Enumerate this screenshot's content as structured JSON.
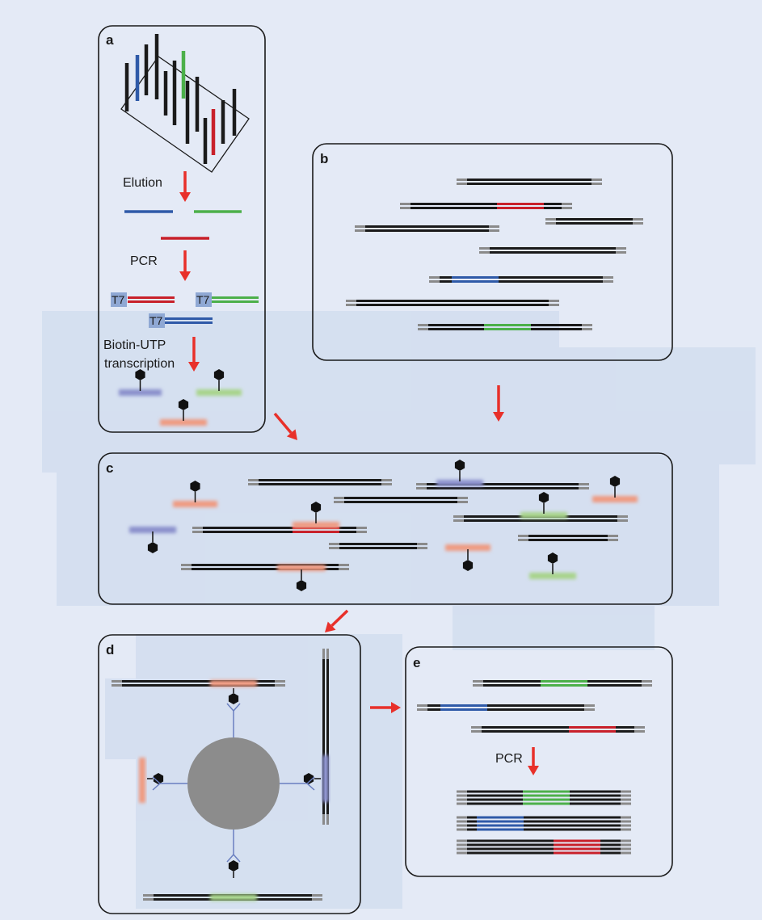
{
  "panels": {
    "a": {
      "label": "a",
      "step_elution": "Elution",
      "step_pcr": "PCR",
      "promoter": "T7",
      "step_transcription_line1": "Biotin-UTP",
      "step_transcription_line2": "transcription"
    },
    "b": {
      "label": "b"
    },
    "c": {
      "label": "c"
    },
    "d": {
      "label": "d"
    },
    "e": {
      "label": "e",
      "step_pcr": "PCR"
    }
  },
  "colors": {
    "background": "#e4eaf6",
    "shade": "#d0dcee",
    "dna": "#1a1a1a",
    "adapter": "#8a8a8a",
    "blue": "#2f5aa8",
    "green": "#4cb04a",
    "red": "#c8202a",
    "arrow": "#e8302a",
    "bead": "#8c8c8c",
    "antibody": "#6a7fc0",
    "probe_blue": "#8a90cc",
    "probe_green": "#a8d48a",
    "probe_red": "#ef9a80",
    "promoter_box": "#8fa8d4"
  },
  "icons": {
    "biotin": "hexagon-biotin-icon",
    "arrow": "red-arrow-icon",
    "bead": "streptavidin-bead-icon",
    "antibody": "y-antibody-icon"
  }
}
